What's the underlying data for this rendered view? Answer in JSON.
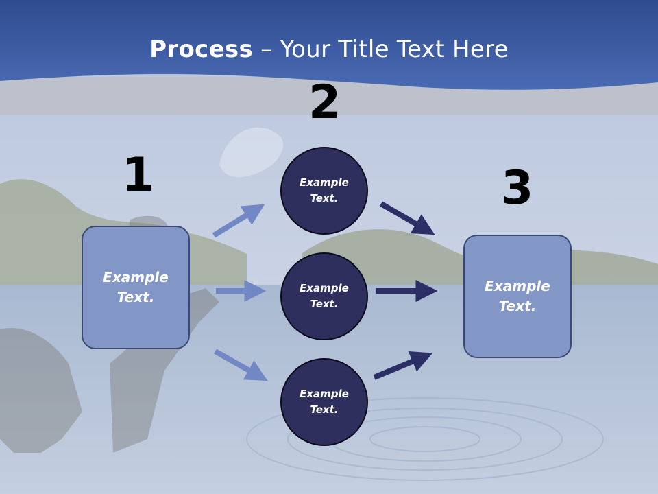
{
  "title": {
    "bold": "Process",
    "rest": " – Your Title Text Here"
  },
  "steps": {
    "one": "1",
    "two": "2",
    "three": "3"
  },
  "left_box": {
    "line1": "Example",
    "line2": "Text."
  },
  "circles": [
    {
      "line1": "Example",
      "line2": "Text."
    },
    {
      "line1": "Example",
      "line2": "Text."
    },
    {
      "line1": "Example",
      "line2": "Text."
    }
  ],
  "right_box": {
    "line1": "Example",
    "line2": "Text."
  },
  "colors": {
    "header_blue": "#3a5aa3",
    "box_fill": "#8397c6",
    "circle_fill": "#2f2f5e",
    "arrow_light": "#7288c4",
    "arrow_dark": "#2c2f66"
  }
}
